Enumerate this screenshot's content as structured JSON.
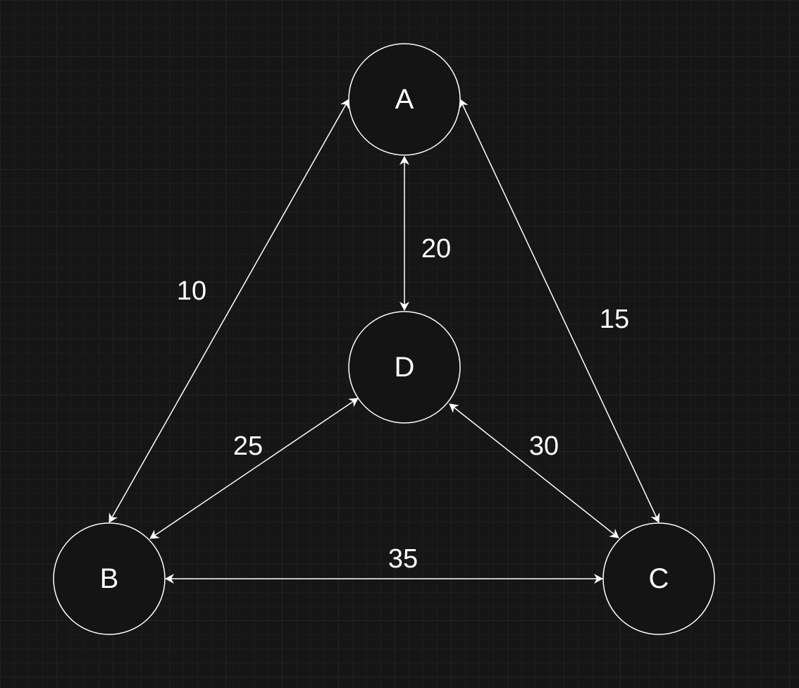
{
  "colors": {
    "background": "#161616",
    "grid_minor": "#242424",
    "grid_major": "#303030",
    "node_fill": "#141414",
    "stroke": "#ffffff",
    "text": "#ffffff"
  },
  "nodes": {
    "a": {
      "label": "A"
    },
    "b": {
      "label": "B"
    },
    "c": {
      "label": "C"
    },
    "d": {
      "label": "D"
    }
  },
  "edges": {
    "a_b": {
      "from": "A",
      "to": "B",
      "weight": "10",
      "direction": "bidirectional"
    },
    "a_d": {
      "from": "A",
      "to": "D",
      "weight": "20",
      "direction": "bidirectional"
    },
    "a_c": {
      "from": "A",
      "to": "C",
      "weight": "15",
      "direction": "bidirectional"
    },
    "b_d": {
      "from": "B",
      "to": "D",
      "weight": "25",
      "direction": "bidirectional"
    },
    "d_c": {
      "from": "D",
      "to": "C",
      "weight": "30",
      "direction": "bidirectional"
    },
    "b_c": {
      "from": "B",
      "to": "C",
      "weight": "35",
      "direction": "bidirectional"
    }
  }
}
